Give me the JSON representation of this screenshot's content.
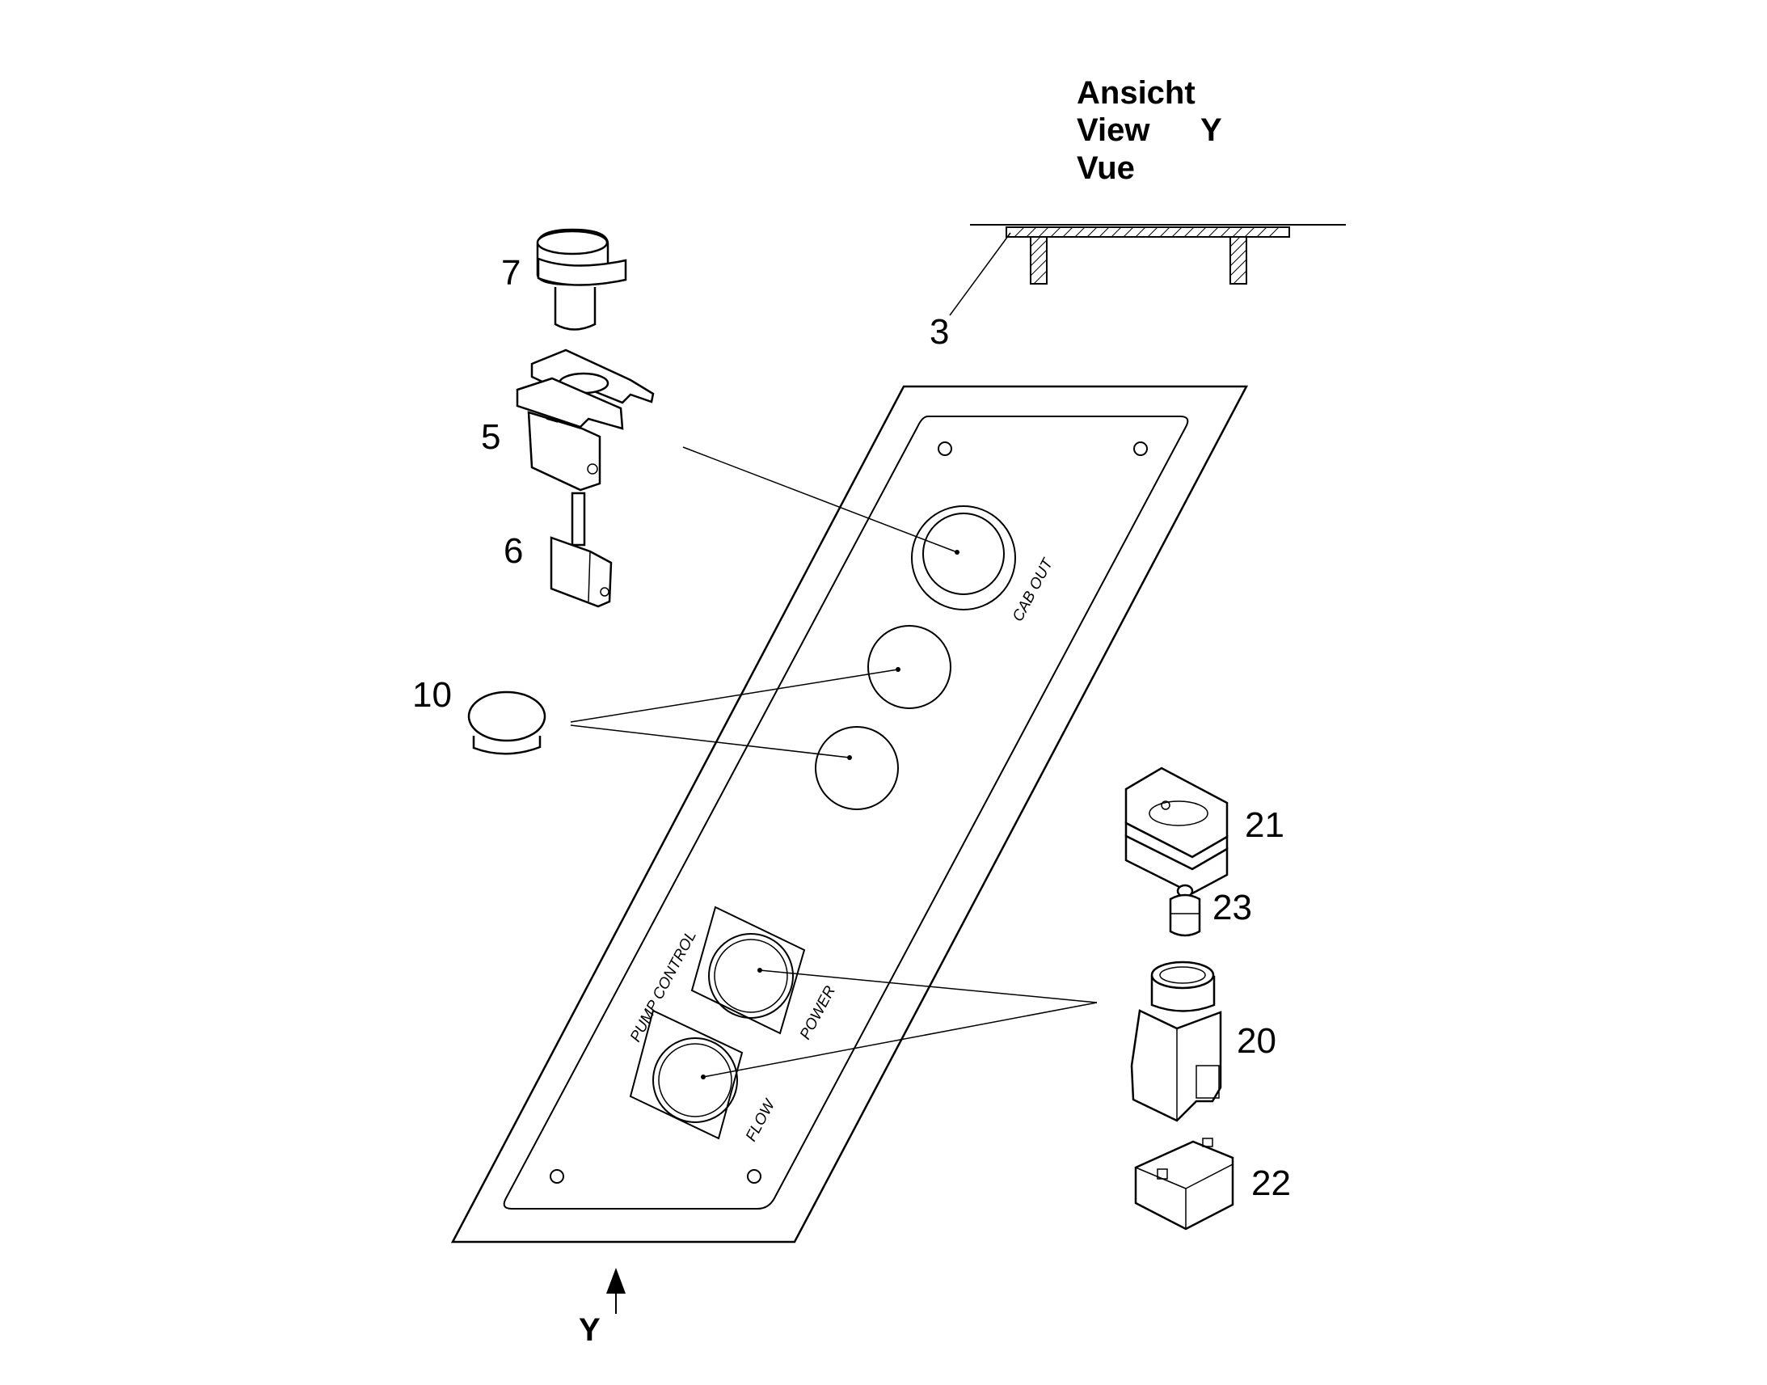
{
  "view_caption": {
    "line1": "Ansicht",
    "line2": "View",
    "line3": "Vue",
    "view_letter": "Y"
  },
  "view_arrow_letter": "Y",
  "panel_labels": {
    "cab_out": "CAB OUT",
    "pump_control": "PUMP CONTROL",
    "power": "POWER",
    "flow": "FLOW"
  },
  "part_numbers": {
    "p3": "3",
    "p5": "5",
    "p6": "6",
    "p7": "7",
    "p10": "10",
    "p20": "20",
    "p21": "21",
    "p22": "22",
    "p23": "23"
  }
}
